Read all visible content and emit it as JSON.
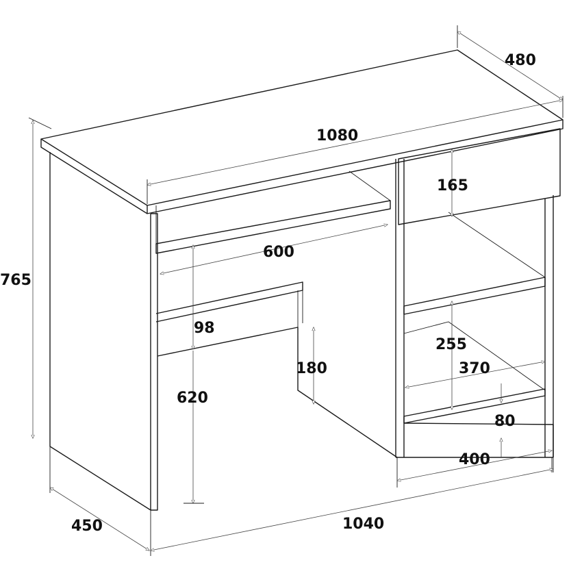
{
  "dimensions": {
    "top_depth": "480",
    "top_width": "1080",
    "height": "765",
    "drawer_height": "165",
    "shelf_width": "600",
    "keyboard_gap": "98",
    "knee_height": "620",
    "back_panel": "180",
    "open_compartment": "255",
    "inner_width": "370",
    "plinth_height": "80",
    "cabinet_width": "400",
    "base_depth": "450",
    "base_width": "1040"
  },
  "colors": {
    "line": "#1a1a1a",
    "dimension": "#444444",
    "text": "#111111"
  }
}
